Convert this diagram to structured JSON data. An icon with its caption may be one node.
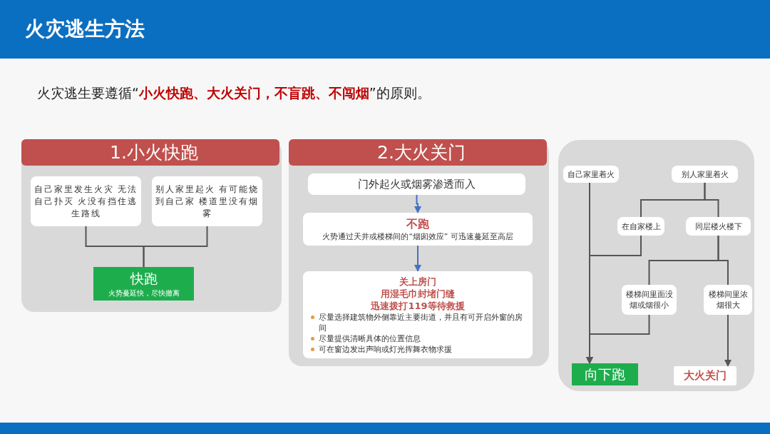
{
  "diagram": {
    "title": "火灾逃生方法",
    "nodes": [
      {
        "text": [
          "1.小火快跑"
        ]
      },
      {
        "text": [
          "自己家里发生火灾 无法自己扑灭 火没有挡住逃生路线"
        ],
        "in": 0
      },
      {
        "text": [
          "别人家里起火 有可能烧到自己家 楼道里没有烟雾"
        ],
        "in": 0
      },
      {
        "text": [
          "快跑",
          "火势蔓延快，尽快撤离"
        ],
        "in": 0
      },
      {
        "text": [
          "2.大火关门"
        ]
      },
      {
        "text": [
          "门外起火或烟雾渗透而入"
        ],
        "in": 4
      },
      {
        "text": [
          "不跑",
          "火势通过天井或楼梯间的“烟囱效应” 可迅速蔓延至高层"
        ],
        "in": 4
      },
      {
        "text": [
          "关上房门",
          "用湿毛巾封堵门缝",
          "迅速拨打119等待救援",
          "尽量选择建筑物外侧靠近主要街道，并且有可开启外窗的房间",
          "尽量提供清晰具体的位置信息",
          "可在窗边发出声响或灯光挥舞衣物求援"
        ],
        "in": 4
      },
      {
        "text": [],
        "shape": "box"
      },
      {
        "text": [
          "自己家里着火"
        ],
        "in": 8
      },
      {
        "text": [
          "别人家里着火"
        ],
        "in": 8
      },
      {
        "text": [
          "在自家楼上"
        ],
        "in": 8
      },
      {
        "text": [
          "同层楼火楼下"
        ],
        "in": 8
      },
      {
        "text": [
          "楼梯间里面没烟或烟很小"
        ],
        "in": 8
      },
      {
        "text": [
          "楼梯间里浓烟很大"
        ],
        "in": 8
      },
      {
        "text": [
          "向下跑"
        ],
        "in": 8
      },
      {
        "text": [
          "大火关门"
        ],
        "in": 8
      }
    ],
    "edges": [
      {
        "from": 1,
        "to": 3,
        "arrow": "none"
      },
      {
        "from": 2,
        "to": 3,
        "arrow": "none"
      },
      {
        "from": 5,
        "to": 6,
        "arrow": "to",
        "color": "#4472c4"
      },
      {
        "from": 6,
        "to": 7,
        "arrow": "to",
        "color": "#4472c4"
      },
      {
        "from": 10,
        "to": 11,
        "arrow": "none"
      },
      {
        "from": 10,
        "to": 12,
        "arrow": "none"
      },
      {
        "from": 9,
        "to": 15,
        "arrow": "to"
      },
      {
        "from": 11,
        "to": 15,
        "arrow": "to"
      },
      {
        "from": 12,
        "to": 13,
        "arrow": "none"
      },
      {
        "from": 12,
        "to": 14,
        "arrow": "none"
      },
      {
        "from": 13,
        "to": 15,
        "arrow": "to"
      },
      {
        "from": 14,
        "to": 16,
        "arrow": "to"
      }
    ],
    "labels": [
      "火灾逃生要遵循“**小火快跑、大火关门，不盲跳、不闯烟**”的原则。"
    ]
  }
}
